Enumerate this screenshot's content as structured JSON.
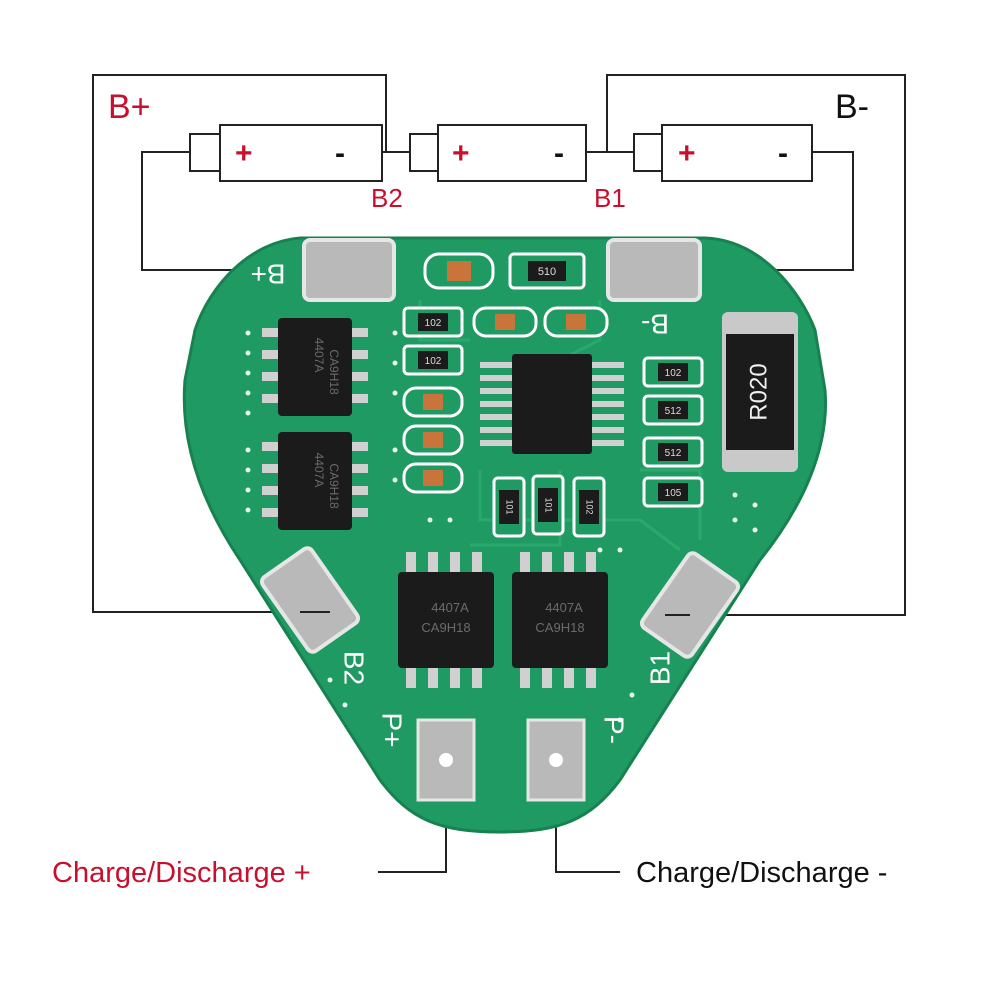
{
  "colors": {
    "wire": "#222222",
    "label_red": "#c8102e",
    "label_black": "#111111",
    "pcb_green": "#1f9a63",
    "pcb_dark": "#137a4a",
    "silkscreen": "#ffffff",
    "pad_gray": "#b9b9b9",
    "chip_black": "#1b1b1b"
  },
  "labels": {
    "b_plus": "B+",
    "b_minus": "B-",
    "b2_junction": "B2",
    "b1_junction": "B1",
    "charge_plus": "Charge/Discharge +",
    "charge_minus": "Charge/Discharge -"
  },
  "cells": [
    {
      "plus": "+",
      "minus": "-"
    },
    {
      "plus": "+",
      "minus": "-"
    },
    {
      "plus": "+",
      "minus": "-"
    }
  ],
  "board": {
    "pad_b_plus": "B+",
    "pad_b_minus": "B-",
    "pad_b2": "B2",
    "pad_b1": "B1",
    "pad_p_plus": "P+",
    "pad_p_minus": "P-",
    "resistor_value": "R020",
    "mosfet_marking_1": "4407A",
    "mosfet_marking_2": "CA9H18",
    "res_510": "510",
    "res_102": "102",
    "res_512": "512",
    "res_105": "105",
    "res_101": "101"
  }
}
